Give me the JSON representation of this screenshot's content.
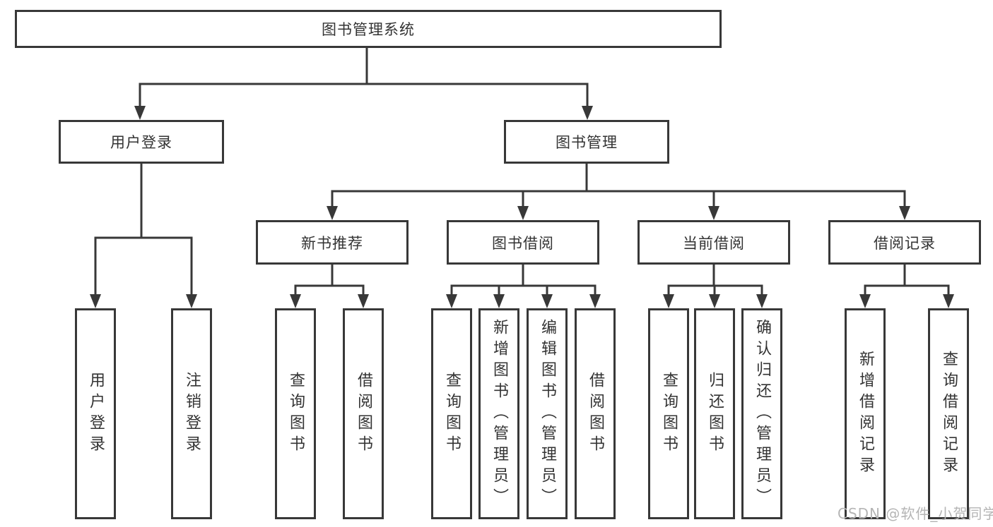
{
  "diagram_title": "图书管理系统",
  "tree": {
    "label": "图书管理系统",
    "children": [
      {
        "label": "用户登录",
        "children": [
          {
            "label": "用户登录"
          },
          {
            "label": "注销登录"
          }
        ]
      },
      {
        "label": "图书管理",
        "children": [
          {
            "label": "新书推荐",
            "children": [
              {
                "label": "查询图书"
              },
              {
                "label": "借阅图书"
              }
            ]
          },
          {
            "label": "图书借阅",
            "children": [
              {
                "label": "查询图书"
              },
              {
                "label": "新增图书（管理员）"
              },
              {
                "label": "编辑图书（管理员）"
              },
              {
                "label": "借阅图书"
              }
            ]
          },
          {
            "label": "当前借阅",
            "children": [
              {
                "label": "查询图书"
              },
              {
                "label": "归还图书"
              },
              {
                "label": "确认归还（管理员）"
              }
            ]
          },
          {
            "label": "借阅记录",
            "children": [
              {
                "label": "新增借阅记录"
              },
              {
                "label": "查询借阅记录"
              }
            ]
          }
        ]
      }
    ]
  },
  "watermark": {
    "text": "CSDN @软件_小贺同学"
  },
  "colors": {
    "line": "#383838",
    "box_border": "#383838",
    "text": "#333333",
    "watermark": "#b5b5b5",
    "background": "#ffffff"
  }
}
